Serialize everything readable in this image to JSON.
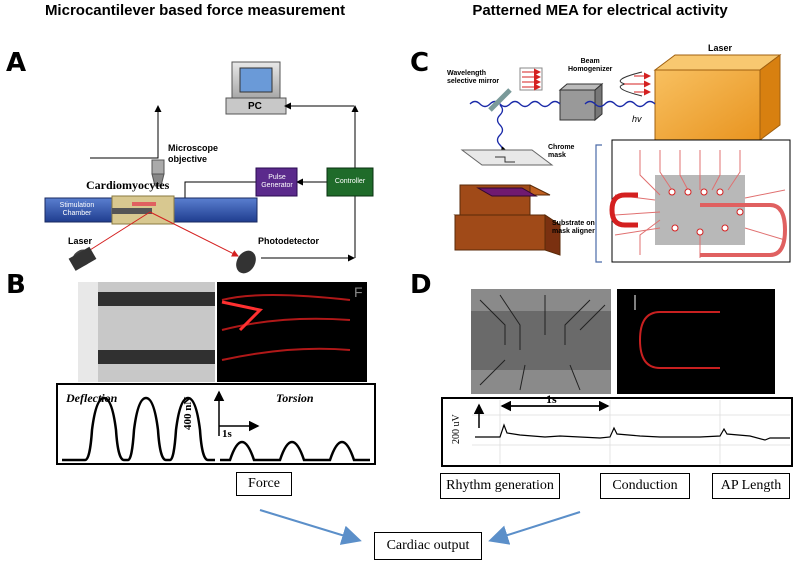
{
  "titles": {
    "left": "Microcantilever based force measurement",
    "right": "Patterned MEA for electrical activity"
  },
  "panels": {
    "a": "A",
    "b": "B",
    "c": "C",
    "d": "D"
  },
  "panel_a": {
    "pc": "PC",
    "microscope": "Microscope\nobjective",
    "cardiomyocytes": "Cardiomyocytes",
    "pulse_generator": "Pulse\nGenerator",
    "controller": "Controller",
    "stimulation_chamber": "Stimulation\nChamber",
    "laser": "Laser",
    "photodetector": "Photodetector"
  },
  "panel_b": {
    "deflection": "Deflection",
    "torsion": "Torsion",
    "scale_y": "400 nN",
    "scale_x": "1s",
    "image_letter": "F",
    "force_box": "Force"
  },
  "panel_c": {
    "laser": "Laser",
    "wavelength_mirror": "Wavelength\nselective mirror",
    "beam_homogenizer": "Beam\nHomogenizer",
    "hv": "hv",
    "chrome_mask": "Chrome\nmask",
    "substrate": "Substrate on\nmask aligner"
  },
  "panel_d": {
    "scale_x": "1s",
    "scale_y": "200 uV",
    "rhythm": "Rhythm generation",
    "conduction": "Conduction",
    "ap_length": "AP Length"
  },
  "output": {
    "cardiac_output": "Cardiac output"
  },
  "colors": {
    "pulse_generator": "#5b2a8c",
    "controller": "#1f6b2a",
    "laser_box": "#f0a830",
    "chamber": "#2b4ea8",
    "flow_arrow": "#5b8fc9",
    "red_signal": "#d42020"
  }
}
